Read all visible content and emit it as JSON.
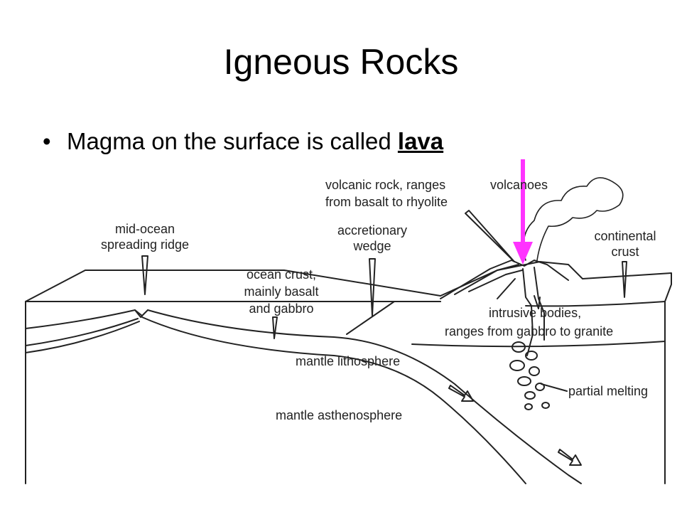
{
  "slide": {
    "title": "Igneous Rocks",
    "bullet_symbol": "•",
    "bullet_text": "Magma on the surface is called",
    "bullet_keyword": "lava"
  },
  "diagram": {
    "labels": {
      "mid_ocean_1": "mid-ocean",
      "mid_ocean_2": "spreading ridge",
      "ocean_crust_1": "ocean crust,",
      "ocean_crust_2": "mainly basalt",
      "ocean_crust_3": "and gabbro",
      "accretionary_1": "accretionary",
      "accretionary_2": "wedge",
      "volcanic_rock_1": "volcanic rock, ranges",
      "volcanic_rock_2": "from basalt to rhyolite",
      "volcanoes": "volcanoes",
      "continental_1": "continental",
      "continental_2": "crust",
      "intrusive_1": "intrusive bodies,",
      "intrusive_2": "ranges from gabbro to granite",
      "mantle_litho": "mantle lithosphere",
      "mantle_astheno": "mantle asthenosphere",
      "partial_melting": "partial melting"
    },
    "colors": {
      "pointer_arrow": "#ff33ff",
      "line": "#222222"
    }
  }
}
